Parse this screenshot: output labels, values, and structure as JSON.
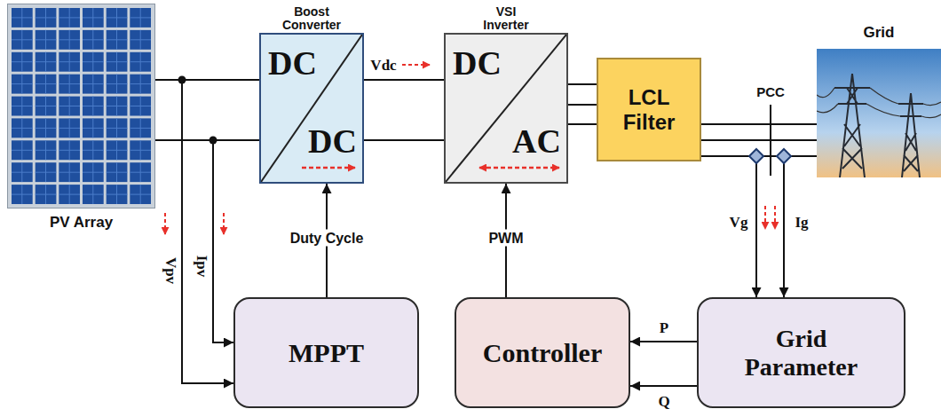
{
  "diagram": {
    "nodes": [
      {
        "text": [
          "PV Array"
        ]
      },
      {
        "text": [
          "Boost Converter",
          "DC",
          "DC"
        ]
      },
      {
        "text": [
          "VSI Inverter",
          "DC",
          "AC"
        ]
      },
      {
        "text": [
          "LCL Filter"
        ]
      },
      {
        "text": [
          "Grid"
        ]
      },
      {
        "text": [
          "MPPT"
        ]
      },
      {
        "text": [
          "Controller"
        ]
      },
      {
        "text": [
          "Grid Parameter"
        ]
      }
    ],
    "edges": [
      {
        "from": 0,
        "to": 1,
        "arrow": "none"
      },
      {
        "from": 0,
        "to": 1,
        "arrow": "none"
      },
      {
        "from": 1,
        "to": 2,
        "label": "Vdc",
        "arrow": "none"
      },
      {
        "from": 1,
        "to": 2,
        "arrow": "none"
      },
      {
        "from": 2,
        "to": 3,
        "arrow": "none"
      },
      {
        "from": 2,
        "to": 3,
        "arrow": "none"
      },
      {
        "from": 2,
        "to": 3,
        "arrow": "none"
      },
      {
        "from": 3,
        "to": 4,
        "arrow": "none"
      },
      {
        "from": 3,
        "to": 4,
        "arrow": "none"
      },
      {
        "from": 3,
        "to": 4,
        "arrow": "none"
      },
      {
        "from": 5,
        "to": 1,
        "label": "Duty Cycle",
        "arrow": "to"
      },
      {
        "from": 6,
        "to": 2,
        "label": "PWM",
        "arrow": "to"
      },
      {
        "from": 7,
        "to": 6,
        "label": "P",
        "arrow": "to"
      },
      {
        "from": 7,
        "to": 6,
        "label": "Q",
        "arrow": "to"
      },
      {
        "from": 0,
        "to": 5,
        "label": "Vpv",
        "arrow": "to"
      },
      {
        "from": 0,
        "to": 5,
        "label": "Ipv",
        "arrow": "to"
      },
      {
        "from": 4,
        "to": 7,
        "label": "Vg",
        "arrow": "to"
      },
      {
        "from": 4,
        "to": 7,
        "label": "Ig",
        "arrow": "to"
      }
    ],
    "labels": [
      "PCC"
    ]
  }
}
